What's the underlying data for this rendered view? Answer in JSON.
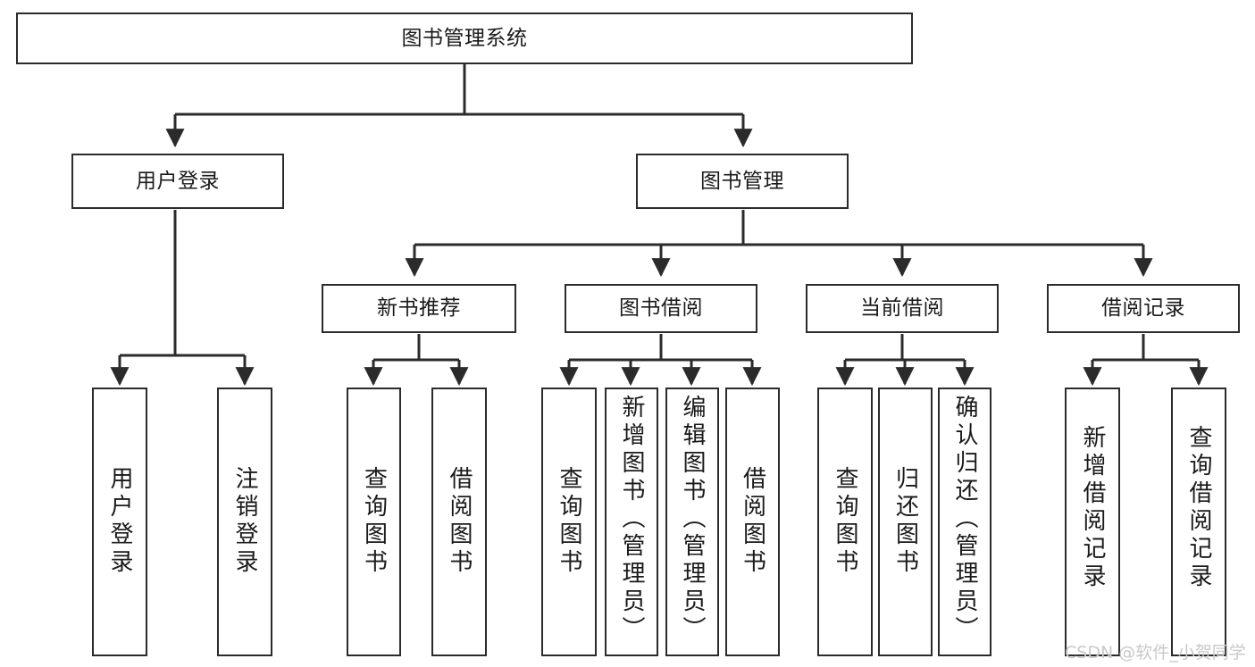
{
  "diagram": {
    "title": "图书管理系统",
    "type": "functional-structure-tree",
    "background": "#ffffff",
    "node_border_color": "#2b2b2b",
    "edge_color": "#2b2b2b",
    "text_color": "#1a1a1a"
  },
  "nodes": {
    "root": {
      "label": "图书管理系统"
    },
    "level1": [
      {
        "id": "user-login",
        "label": "用户登录"
      },
      {
        "id": "book-manage",
        "label": "图书管理"
      }
    ],
    "level2": [
      {
        "id": "new-book-recommend",
        "label": "新书推荐"
      },
      {
        "id": "book-borrow",
        "label": "图书借阅"
      },
      {
        "id": "current-borrow",
        "label": "当前借阅"
      },
      {
        "id": "borrow-record",
        "label": "借阅记录"
      }
    ],
    "leaves": {
      "user_login": [
        {
          "id": "leaf-user-login",
          "label": "用户登录"
        },
        {
          "id": "leaf-logout-login",
          "label": "注销登录"
        }
      ],
      "new_book_recommend": [
        {
          "id": "leaf-query-book-1",
          "label": "查询图书"
        },
        {
          "id": "leaf-borrow-book-1",
          "label": "借阅图书"
        }
      ],
      "book_borrow": [
        {
          "id": "leaf-query-book-2",
          "label": "查询图书"
        },
        {
          "id": "leaf-add-book",
          "label": "新增图书（管理员）"
        },
        {
          "id": "leaf-edit-book",
          "label": "编辑图书（管理员）"
        },
        {
          "id": "leaf-borrow-book-2",
          "label": "借阅图书"
        }
      ],
      "current_borrow": [
        {
          "id": "leaf-query-book-3",
          "label": "查询图书"
        },
        {
          "id": "leaf-return-book",
          "label": "归还图书"
        },
        {
          "id": "leaf-confirm-return",
          "label": "确认归还（管理员）"
        }
      ],
      "borrow_record": [
        {
          "id": "leaf-add-record",
          "label": "新增借阅记录"
        },
        {
          "id": "leaf-query-record",
          "label": "查询借阅记录"
        }
      ]
    }
  },
  "watermark": {
    "text": "CSDN @软件_小贺同学",
    "color": "#c9c9c9"
  }
}
